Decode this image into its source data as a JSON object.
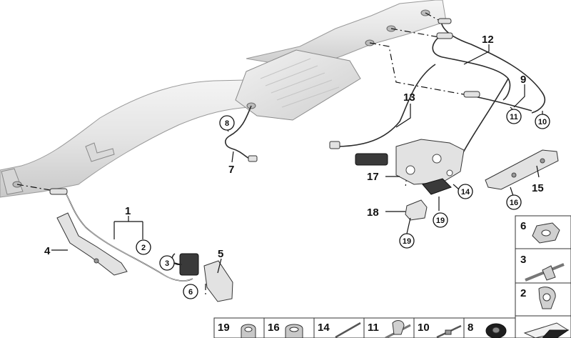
{
  "callouts": [
    {
      "label": "1"
    },
    {
      "label": "4"
    },
    {
      "label": "5"
    },
    {
      "label": "7"
    },
    {
      "label": "9"
    },
    {
      "label": "12"
    },
    {
      "label": "13"
    },
    {
      "label": "15"
    },
    {
      "label": "17"
    },
    {
      "label": "18"
    }
  ],
  "circled_callouts": [
    {
      "label": "2"
    },
    {
      "label": "3"
    },
    {
      "label": "6"
    },
    {
      "label": "8"
    },
    {
      "label": "10"
    },
    {
      "label": "11"
    },
    {
      "label": "14"
    },
    {
      "label": "16"
    },
    {
      "label": "19"
    },
    {
      "label": "19"
    }
  ],
  "legend_side": [
    {
      "label": "6",
      "icon": "flange-nut-icon"
    },
    {
      "label": "3",
      "icon": "cable-clip-icon"
    },
    {
      "label": "2",
      "icon": "cable-clamp-icon"
    },
    {
      "label": "",
      "icon": "sticker-icon"
    }
  ],
  "legend_bottom": [
    {
      "label": "19",
      "icon": "nut-icon"
    },
    {
      "label": "16",
      "icon": "flange-nut-icon"
    },
    {
      "label": "14",
      "icon": "cable-tie-icon"
    },
    {
      "label": "11",
      "icon": "cable-holder-icon"
    },
    {
      "label": "10",
      "icon": "cable-tie-icon"
    },
    {
      "label": "8",
      "icon": "grommet-icon"
    }
  ]
}
